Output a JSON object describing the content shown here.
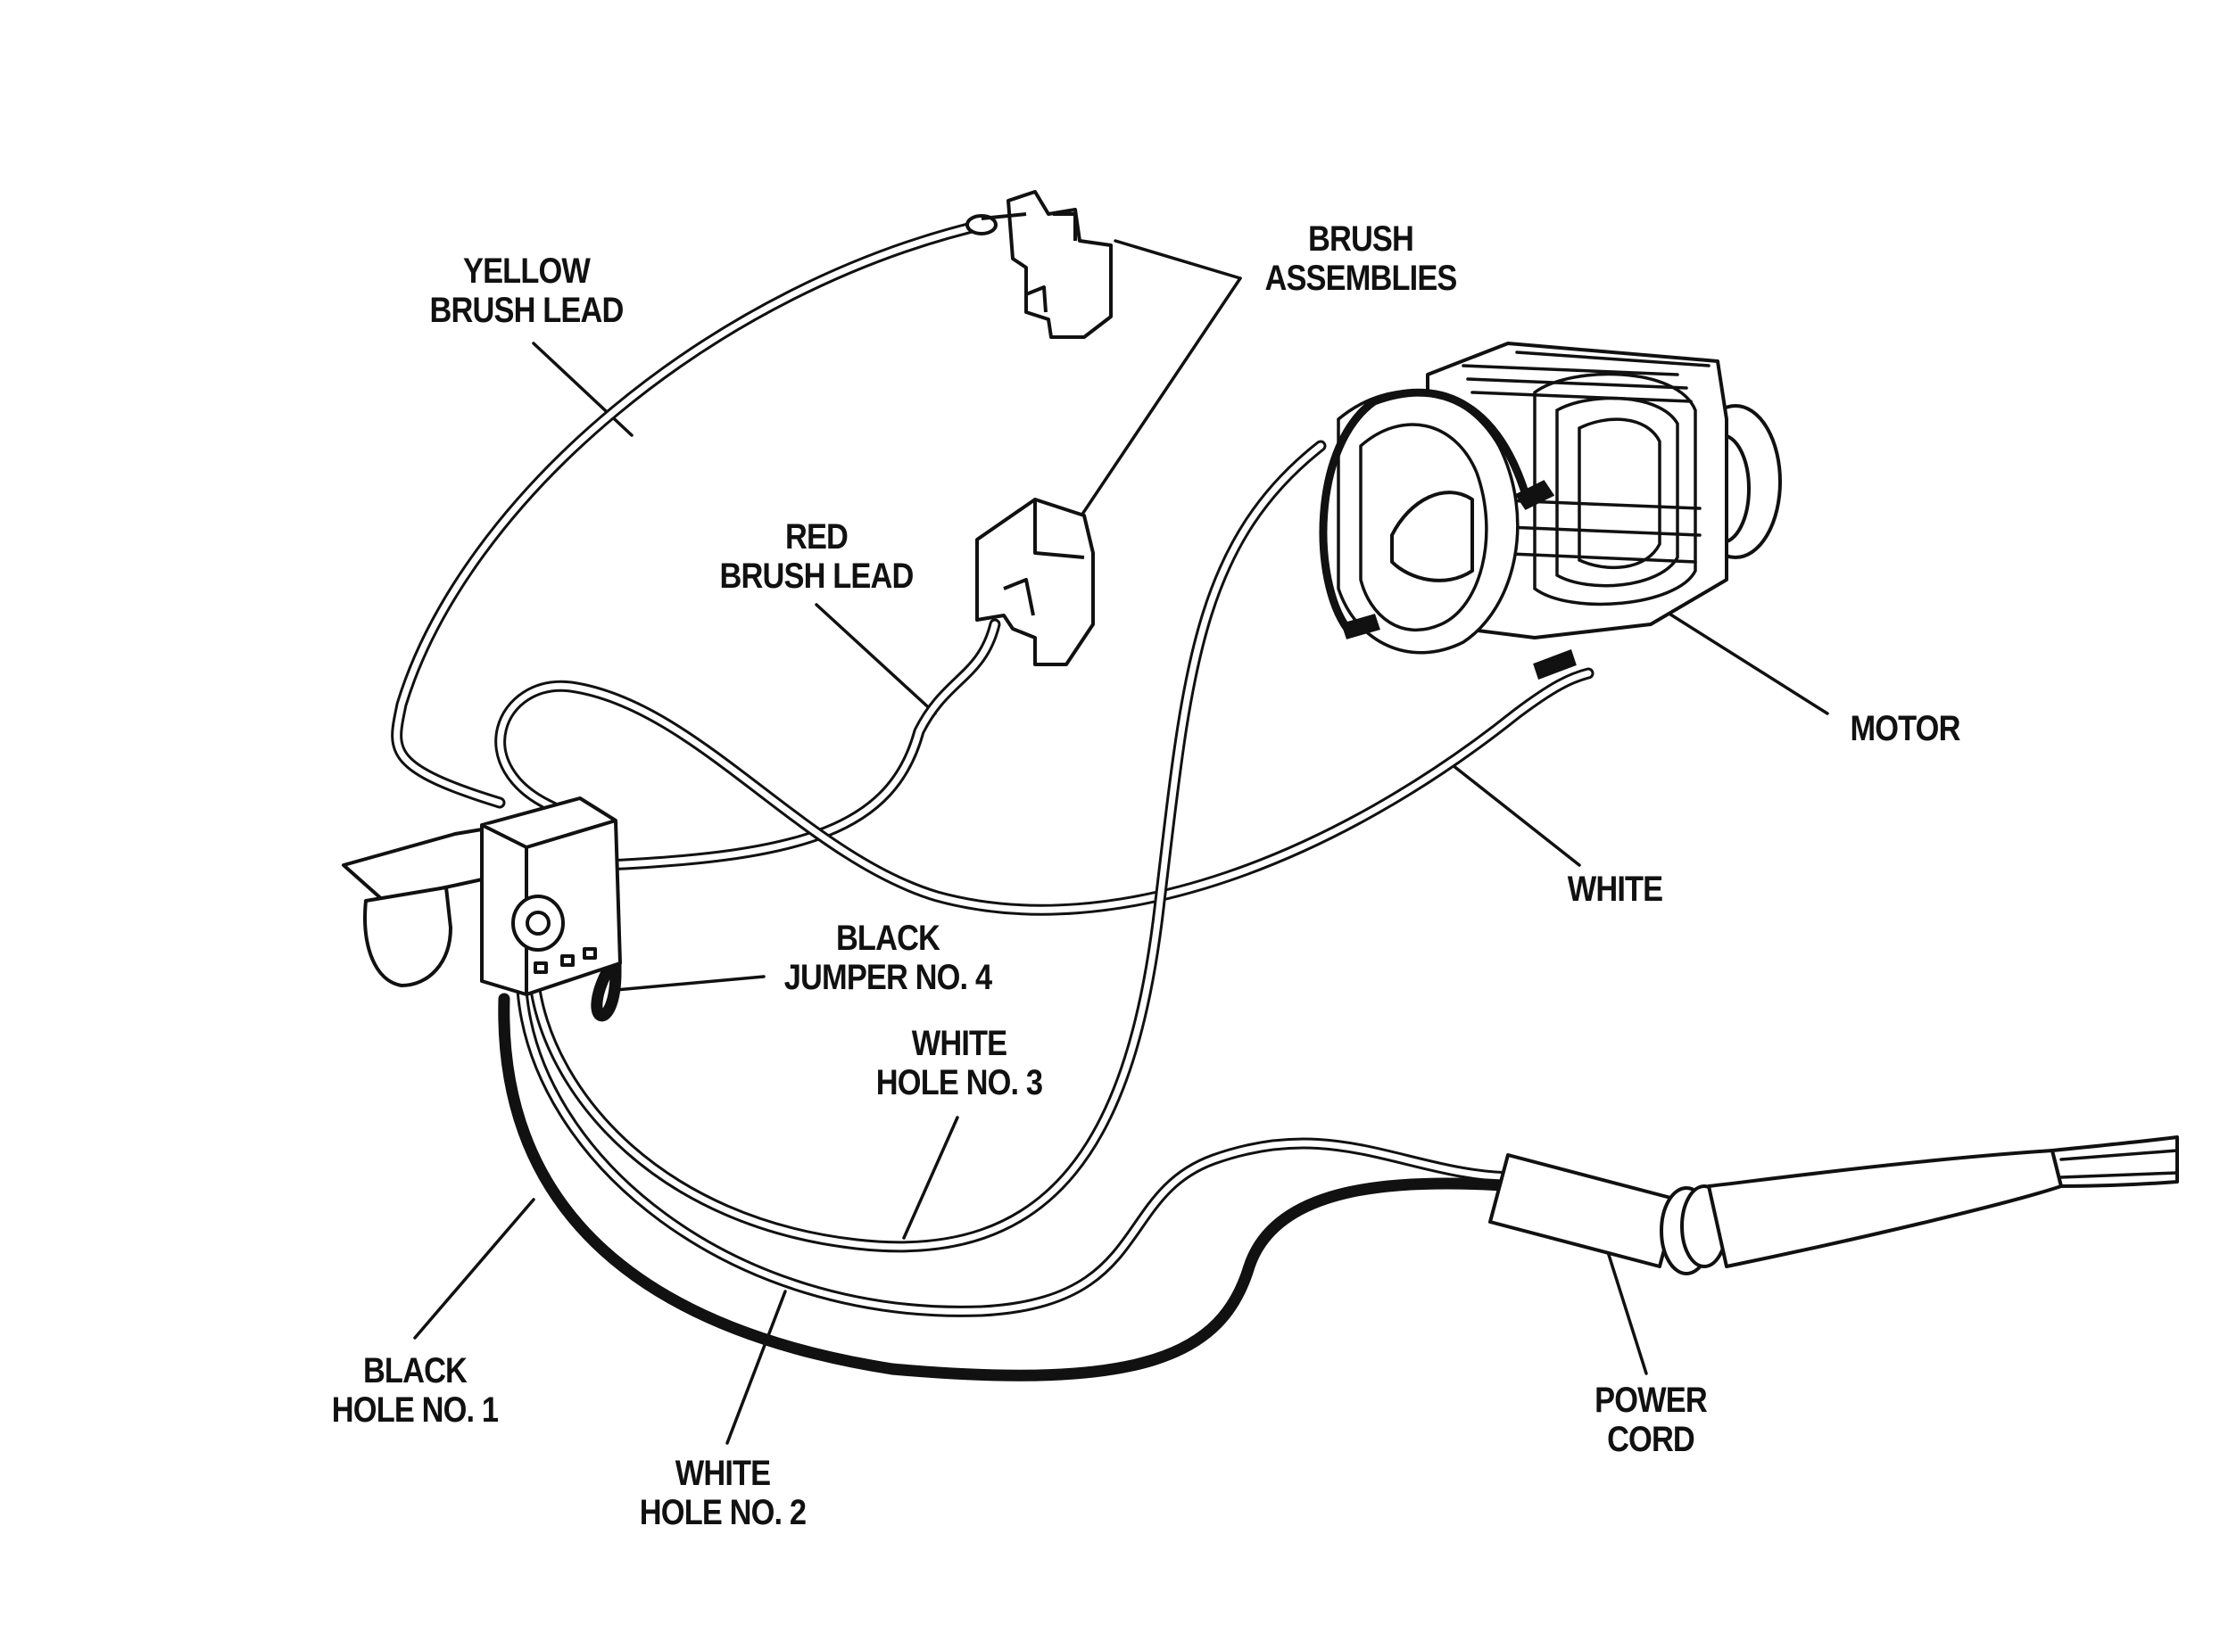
{
  "labels": {
    "yellow_brush_lead": [
      "YELLOW",
      "BRUSH LEAD"
    ],
    "brush_assemblies": [
      "BRUSH",
      "ASSEMBLIES"
    ],
    "red_brush_lead": [
      "RED",
      "BRUSH LEAD"
    ],
    "motor": [
      "MOTOR"
    ],
    "white": [
      "WHITE"
    ],
    "black_jumper": [
      "BLACK",
      "JUMPER NO. 4"
    ],
    "white_hole_3": [
      "WHITE",
      "HOLE NO. 3"
    ],
    "black_hole_1": [
      "BLACK",
      "HOLE NO. 1"
    ],
    "white_hole_2": [
      "WHITE",
      "HOLE NO. 2"
    ],
    "power_cord": [
      "POWER",
      "CORD"
    ]
  }
}
